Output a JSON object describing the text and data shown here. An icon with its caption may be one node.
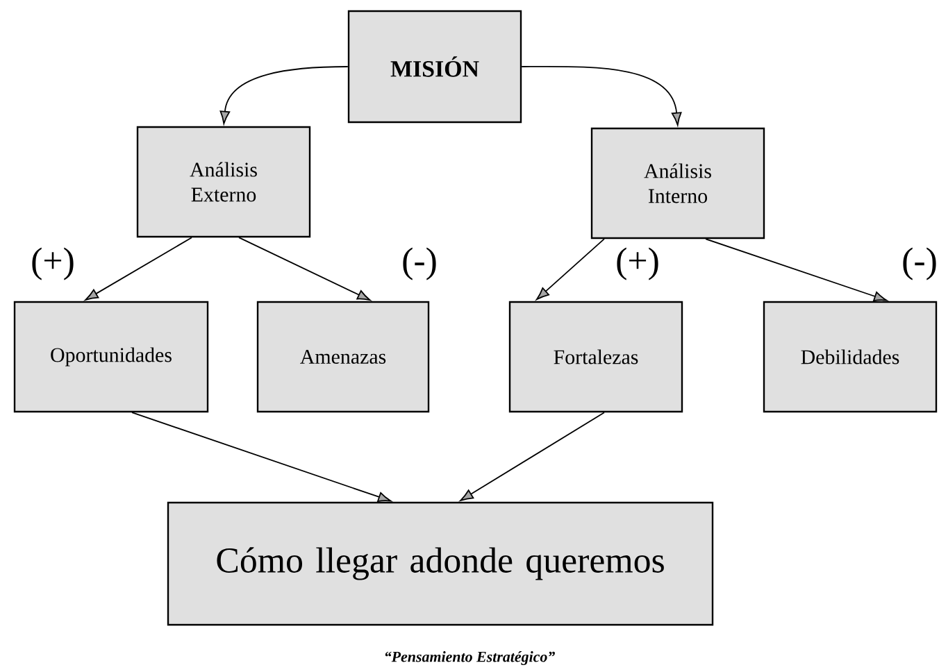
{
  "diagram": {
    "caption": "“Pensamiento Estratégico”",
    "nodes": [
      {
        "text": [
          "MISIÓN"
        ]
      },
      {
        "text": [
          "Análisis Externo"
        ]
      },
      {
        "text": [
          "Análisis Interno"
        ]
      },
      {
        "text": [
          "Oportunidades"
        ]
      },
      {
        "text": [
          "Amenazas"
        ]
      },
      {
        "text": [
          "Fortalezas"
        ]
      },
      {
        "text": [
          "Debilidades"
        ]
      },
      {
        "text": [
          "Cómo llegar adonde queremos"
        ]
      }
    ],
    "edges": [
      {
        "from": 0,
        "to": 1,
        "arrow": "to"
      },
      {
        "from": 0,
        "to": 2,
        "arrow": "to"
      },
      {
        "from": 1,
        "to": 3,
        "arrow": "to"
      },
      {
        "from": 1,
        "to": 4,
        "arrow": "to"
      },
      {
        "from": 2,
        "to": 5,
        "arrow": "to"
      },
      {
        "from": 2,
        "to": 6,
        "arrow": "to"
      },
      {
        "from": 3,
        "to": 7,
        "arrow": "to"
      },
      {
        "from": 5,
        "to": 7,
        "arrow": "to"
      }
    ],
    "labels": [
      "(+)",
      "(-)",
      "(+)",
      "(-)"
    ]
  }
}
